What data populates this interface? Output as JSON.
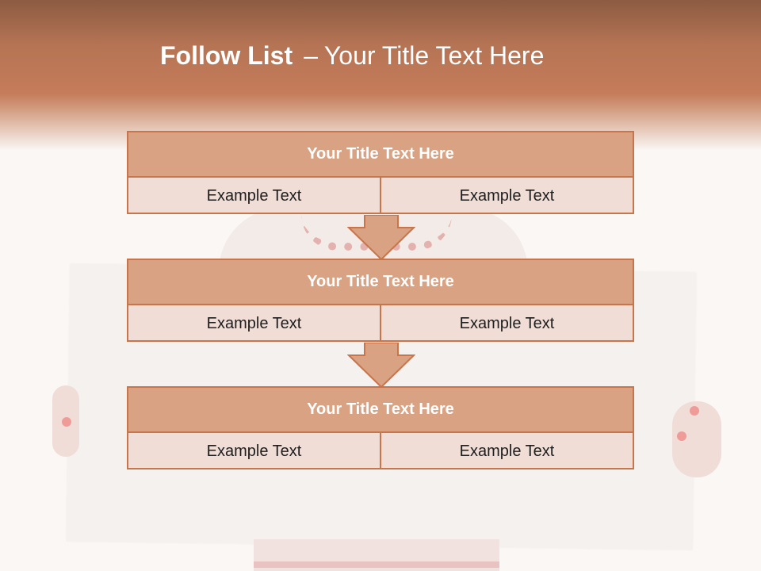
{
  "slide": {
    "title_bold": "Follow List",
    "title_dash": "–",
    "title_rest": "Your Title Text Here"
  },
  "steps": [
    {
      "title": "Your Title Text Here",
      "left": "Example Text",
      "right": "Example Text"
    },
    {
      "title": "Your Title Text Here",
      "left": "Example Text",
      "right": "Example Text"
    },
    {
      "title": "Your Title Text Here",
      "left": "Example Text",
      "right": "Example Text"
    }
  ],
  "colors": {
    "accent": "#c8754c",
    "header_fill": "#d8a283",
    "cell_fill": "#f0ddd6",
    "band_top": "#8c5b42",
    "band_bottom": "#c57c5a"
  },
  "icons": [
    "down-arrow-icon",
    "down-arrow-icon"
  ]
}
